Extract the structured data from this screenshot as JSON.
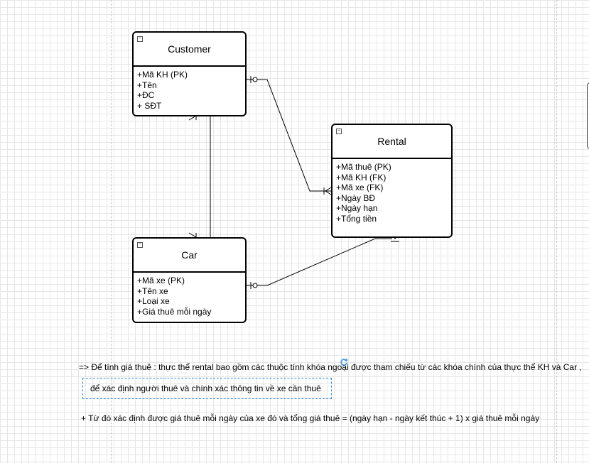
{
  "entities": {
    "customer": {
      "title": "Customer",
      "attributes": [
        "+Mã KH (PK)",
        "+Tên",
        "+ĐC",
        "+ SĐT"
      ]
    },
    "rental": {
      "title": "Rental",
      "attributes": [
        "+Mã thuê (PK)",
        "+Mã KH (FK)",
        "+Mã xe (FK)",
        "+Ngày BĐ",
        "+Ngày hạn",
        "+Tổng tiền"
      ]
    },
    "car": {
      "title": "Car",
      "attributes": [
        "+Mã xe (PK)",
        "+Tên xe",
        "+Loại xe",
        "+Giá thuê mỗi ngày"
      ]
    }
  },
  "notes": {
    "line1": "=> Để tính giá thuê : thực thể rental bao gồm các thuộc tính khóa ngoại được tham chiếu từ các khóa chính của thực thể  KH và Car ,",
    "line2": "để xác định người thuê và chính xác thông tin về xe cần thuê",
    "line3": "+ Từ đó xác định được giá thuê mỗi ngày của xe đó và tổng giá thuê = (ngày hạn - ngày kết thúc + 1) x giá thuê mỗi ngày"
  },
  "colors": {
    "grid": "#e6e6e6",
    "border": "#000000",
    "selection": "#3d8fd8"
  }
}
